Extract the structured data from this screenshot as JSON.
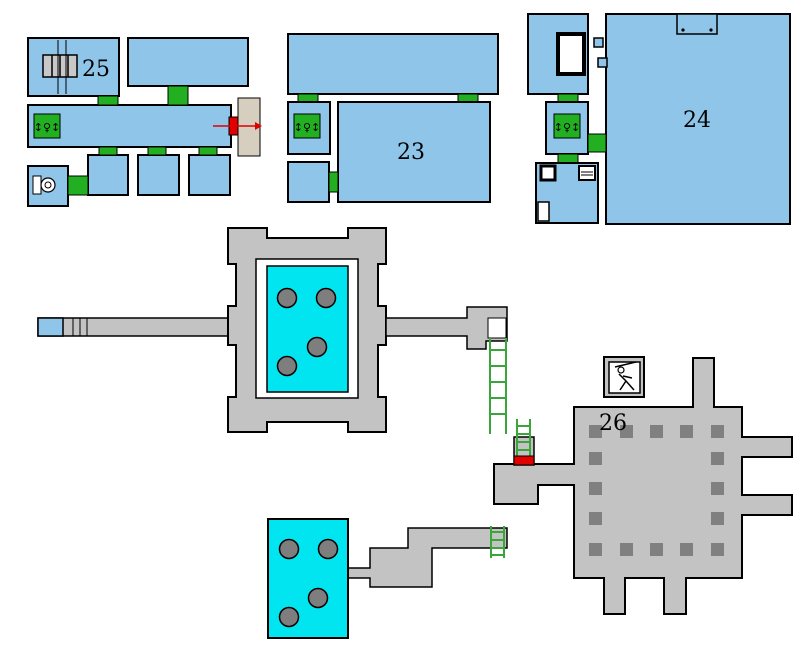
{
  "map": {
    "colors": {
      "room": "#8ec5e8",
      "wall": "#000000",
      "door": "#22b022",
      "dungeon": "#c3c3c3",
      "water": "#00e5f0",
      "pillar": "#7e7e7e",
      "ladder": "#3aa63a",
      "exit_red": "#e00000",
      "stone": "#d6cfbf"
    },
    "labels": {
      "room_25": "25",
      "room_23": "23",
      "room_24": "24",
      "room_26": "26"
    },
    "icons": [
      "elevator-icon",
      "staircase-icon",
      "spiral-stair-icon",
      "computer-icon",
      "exit-arrow-icon",
      "ladder-icon",
      "broken-statue-icon"
    ]
  }
}
